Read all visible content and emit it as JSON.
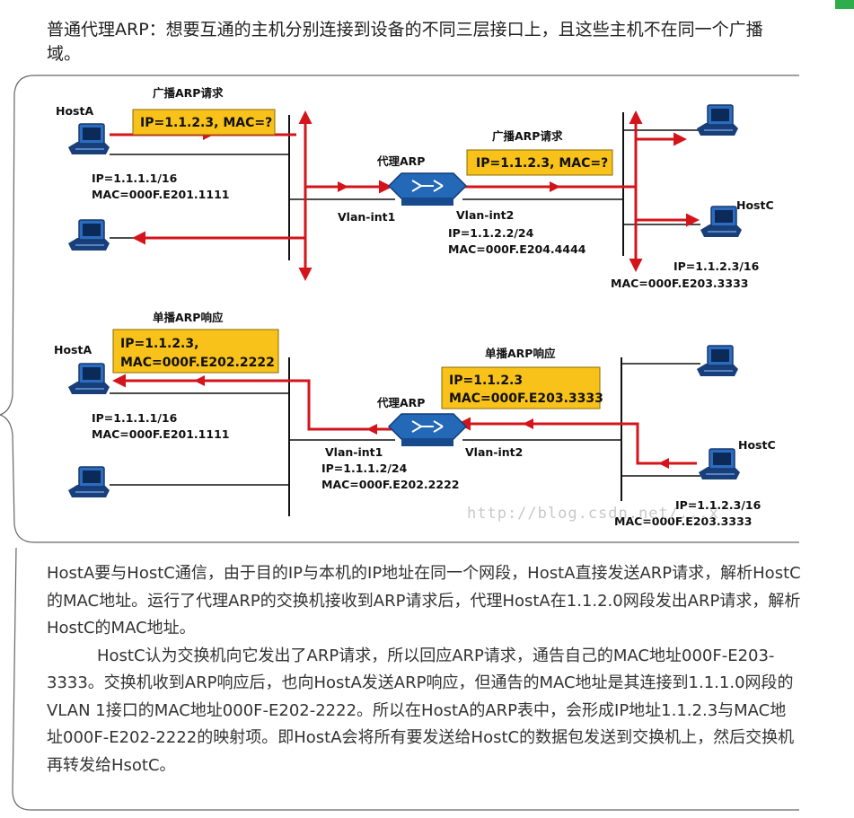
{
  "intro": "普通代理ARP：想要互通的主机分别连接到设备的不同三层接口上，且这些主机不在同一个广播域。",
  "top": {
    "hostA": "HostA",
    "bcast_left": "广播ARP请求",
    "req_left": "IP=1.1.2.3, MAC=?",
    "hostA_ip": "IP=1.1.1.1/16",
    "hostA_mac": "MAC=000F.E201.1111",
    "proxy": "代理ARP",
    "bcast_right": "广播ARP请求",
    "req_right": "IP=1.1.2.3, MAC=?",
    "vlan1": "Vlan-int1",
    "vlan2": "Vlan-int2",
    "vlan2_ip": "IP=1.1.2.2/24",
    "vlan2_mac": "MAC=000F.E204.4444",
    "hostC": "HostC",
    "hostC_ip": "IP=1.1.2.3/16",
    "hostC_mac": "MAC=000F.E203.3333"
  },
  "bottom": {
    "unicast_left": "单播ARP响应",
    "resp_left_1": "IP=1.1.2.3,",
    "resp_left_2": "MAC=000F.E202.2222",
    "hostA": "HostA",
    "hostA_ip": "IP=1.1.1.1/16",
    "hostA_mac": "MAC=000F.E201.1111",
    "unicast_right": "单播ARP响应",
    "resp_right_1": "IP=1.1.2.3",
    "resp_right_2": "MAC=000F.E203.3333",
    "proxy": "代理ARP",
    "vlan1": "Vlan-int1",
    "vlan1_ip": "IP=1.1.1.2/24",
    "vlan1_mac": "MAC=000F.E202.2222",
    "vlan2": "Vlan-int2",
    "hostC": "HostC",
    "hostC_ip": "IP=1.1.2.3/16",
    "hostC_mac": "MAC=000F.E203.3333"
  },
  "watermark": "http://blog.csdn.net/...x",
  "paragraph1": "HostA要与HostC通信，由于目的IP与本机的IP地址在同一个网段，HostA直接发送ARP请求，解析HostC的MAC地址。运行了代理ARP的交换机接收到ARP请求后，代理HostA在1.1.2.0网段发出ARP请求，解析HostC的MAC地址。",
  "paragraph2": "HostC认为交换机向它发出了ARP请求，所以回应ARP请求，通告自己的MAC地址000F-E203-3333。交换机收到ARP响应后，也向HostA发送ARP响应，但通告的MAC地址是其连接到1.1.1.0网段的VLAN 1接口的MAC地址000F-E202-2222。所以在HostA的ARP表中，会形成IP地址1.1.2.3与MAC地址000F-E202-2222的映射项。即HostA会将所有要发送给HostC的数据包发送到交换机上，然后交换机再转发给HsotC。",
  "colors": {
    "arrow": "#d4141b",
    "label_box": "#f8c21a",
    "pc": "#1f5aa0",
    "switch": "#2468b8"
  }
}
